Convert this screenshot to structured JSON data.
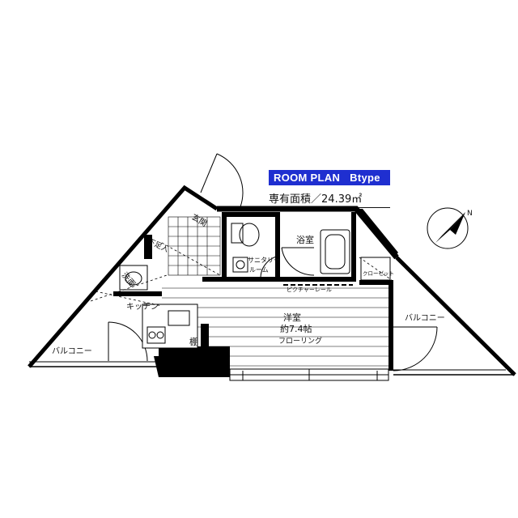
{
  "header": {
    "title": "ROOM PLAN",
    "type": "Btype",
    "area_label": "専有面積",
    "area_separator": "／",
    "area_value": "24.39㎡"
  },
  "rooms": {
    "genkan": "玄関",
    "geta": "下足入",
    "washroom": "洗面",
    "kitchen": "キッチン",
    "shelf": "棚",
    "lanitary_line1": "サニタリー",
    "lanitary_line2": "ルーム",
    "bath": "浴室",
    "closet": "クローゼット",
    "western_name": "洋室",
    "western_size": "約7.4帖",
    "western_floor": "フローリング",
    "picture_rail": "ピクチャーレール",
    "balcony_left": "バルコニー",
    "balcony_right": "バルコニー"
  },
  "compass": {
    "north": "N"
  },
  "colors": {
    "wall": "#000000",
    "title_bg": "#1f2fd0",
    "title_text": "#ffffff"
  }
}
